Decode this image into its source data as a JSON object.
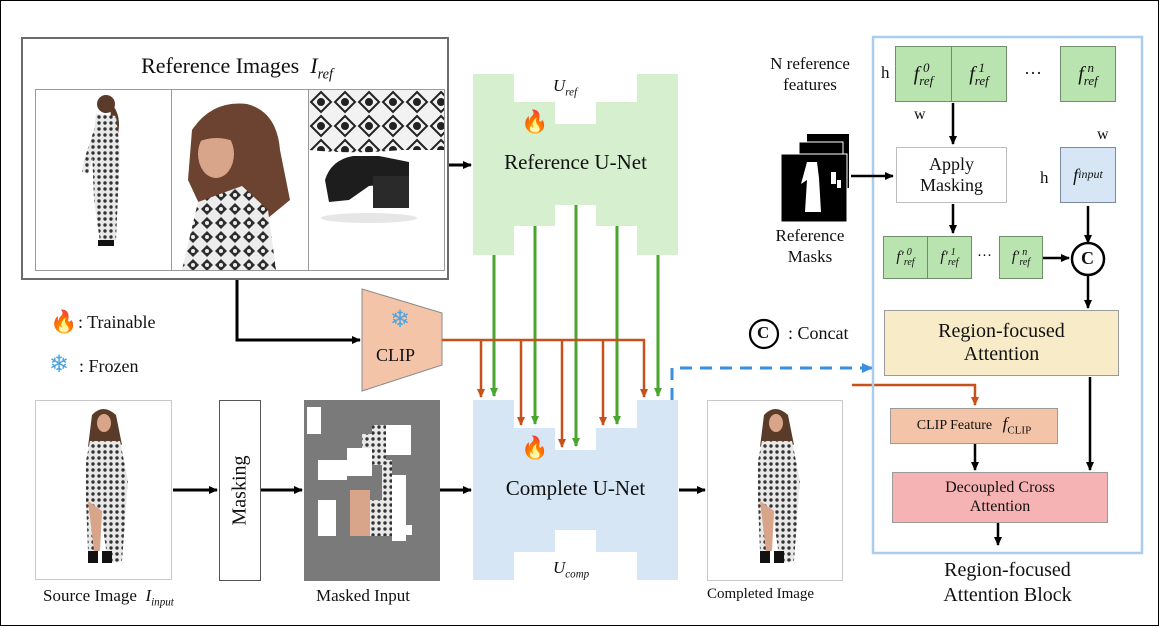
{
  "figure": {
    "reference_images": {
      "title": "Reference Images",
      "symbol": "I",
      "symbol_sub": "ref"
    },
    "reference_unet": {
      "label": "Reference U-Net",
      "symbol": "U",
      "symbol_sub": "ref",
      "trainable_icon": "fire-icon"
    },
    "complete_unet": {
      "label": "Complete U-Net",
      "symbol": "U",
      "symbol_sub": "comp",
      "trainable_icon": "fire-icon"
    },
    "clip": {
      "label": "CLIP",
      "frozen_icon": "snowflake-icon"
    },
    "legend": {
      "trainable": ": Trainable",
      "frozen": ": Frozen",
      "concat_symbol": "C",
      "concat": ": Concat"
    },
    "source_image": {
      "caption": "Source Image",
      "symbol": "I",
      "symbol_sub": "input"
    },
    "masking": {
      "label": "Masking"
    },
    "masked_input": {
      "caption": "Masked Input"
    },
    "completed_image": {
      "caption": "Completed Image"
    },
    "attention_block": {
      "caption_line1": "Region-focused",
      "caption_line2": "Attention Block",
      "n_ref_label_line1": "N reference",
      "n_ref_label_line2": "features",
      "ref_masks_line1": "Reference",
      "ref_masks_line2": "Masks",
      "dim_h": "h",
      "dim_w": "w",
      "features": [
        {
          "base": "f",
          "sup": "0",
          "sub": "ref"
        },
        {
          "base": "f",
          "sup": "1",
          "sub": "ref"
        },
        {
          "base": "f",
          "sup": "n",
          "sub": "ref"
        }
      ],
      "ellipsis": "···",
      "masked_features": [
        {
          "base": "f′",
          "sup": "0",
          "sub": "ref"
        },
        {
          "base": "f′",
          "sup": "1",
          "sub": "ref"
        },
        {
          "base": "f′",
          "sup": "n",
          "sub": "ref"
        }
      ],
      "apply_masking_line1": "Apply",
      "apply_masking_line2": "Masking",
      "input_feature": {
        "base": "f",
        "sub": "input"
      },
      "concat_symbol": "C",
      "region_attention_line1": "Region-focused",
      "region_attention_line2": "Attention",
      "clip_feature_label": "CLIP Feature",
      "clip_feature_symbol": {
        "base": "f",
        "sub": "CLIP"
      },
      "decoupled_line1": "Decoupled Cross",
      "decoupled_line2": "Attention"
    },
    "colors": {
      "ref_unet": "#d6efcf",
      "comp_unet": "#d6e6f5",
      "clip": "#f4c4a8",
      "green_arrow": "#4aa52e",
      "orange_arrow": "#c8501a",
      "blue_dashed": "#3b8fe0",
      "attention_border": "#a9cdee",
      "region_attention": "#f8ebc8",
      "clip_feature": "#f4c4a8",
      "decoupled": "#f6b3b3",
      "input_feature": "#d6e6f5",
      "ref_feature": "#b9e4b0",
      "masked_bg": "#7a7a7a"
    }
  }
}
